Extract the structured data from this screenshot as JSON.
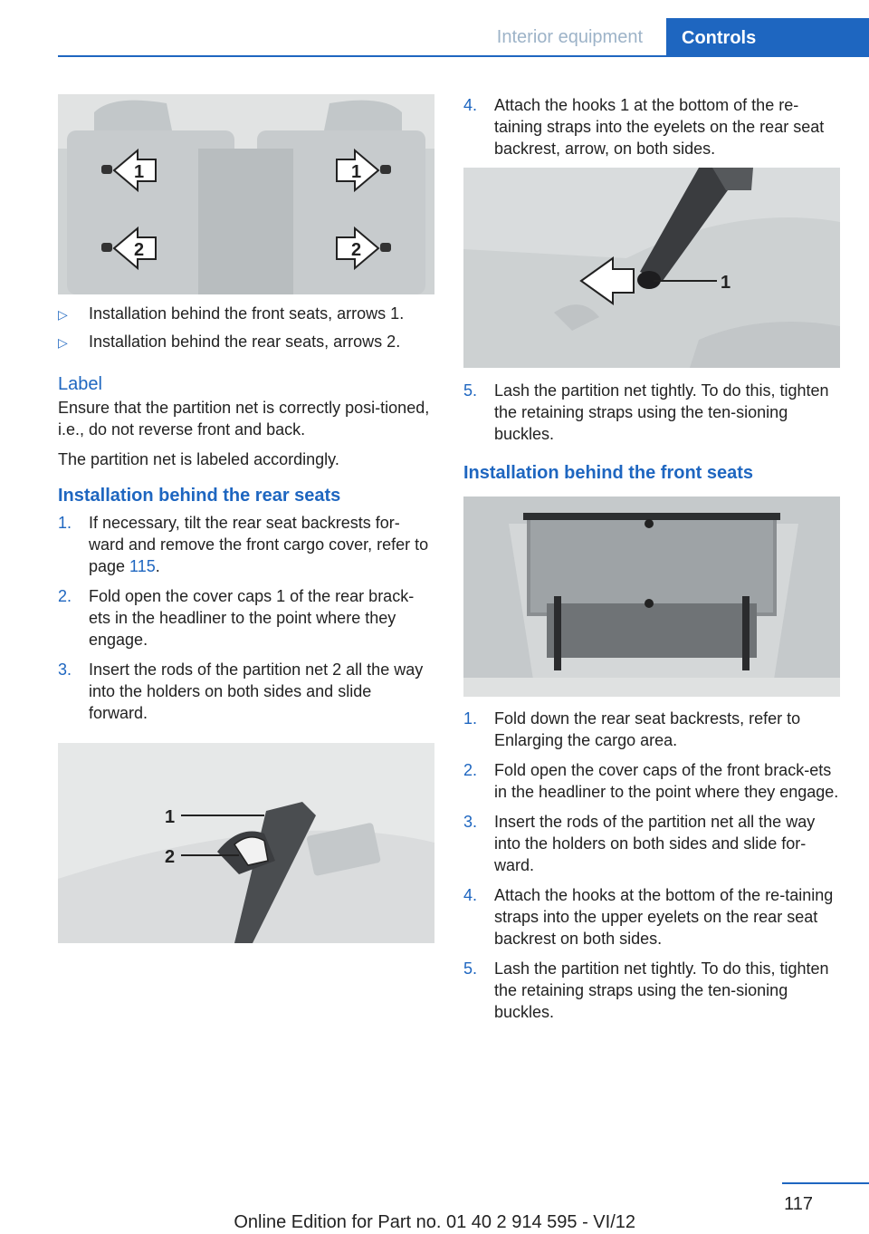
{
  "header": {
    "section": "Interior equipment",
    "tab": "Controls"
  },
  "left": {
    "fig1_labels": [
      "1",
      "1",
      "2",
      "2"
    ],
    "bullets": [
      "Installation behind the front seats, arrows 1.",
      "Installation behind the rear seats, arrows 2."
    ],
    "bullet_marker": "▷",
    "label_heading": "Label",
    "label_p1": "Ensure that the partition net is correctly posi‐tioned, i.e., do not reverse front and back.",
    "label_p2": "The partition net is labeled accordingly.",
    "rear_heading": "Installation behind the rear seats",
    "rear_steps": [
      {
        "num": "1.",
        "text": "If necessary, tilt the rear seat backrests for‐ward and remove the front cargo cover, refer to page ",
        "link": "115",
        "after": "."
      },
      {
        "num": "2.",
        "text": "Fold open the cover caps 1 of the rear brack‐ets in the headliner to the point where they engage."
      },
      {
        "num": "3.",
        "text": "Insert the rods of the partition net 2 all the way into the holders on both sides and slide forward."
      }
    ],
    "fig2_labels": [
      "1",
      "2"
    ]
  },
  "right": {
    "step4": {
      "num": "4.",
      "text": "Attach the hooks 1 at the bottom of the re‐taining straps into the eyelets on the rear seat backrest, arrow, on both sides."
    },
    "fig3_label": "1",
    "step5": {
      "num": "5.",
      "text": "Lash the partition net tightly. To do this, tighten the retaining straps using the ten‐sioning buckles."
    },
    "front_heading": "Installation behind the front seats",
    "front_steps": [
      {
        "num": "1.",
        "text": "Fold down the rear seat backrests, refer to Enlarging the cargo area."
      },
      {
        "num": "2.",
        "text": "Fold open the cover caps of the front brack‐ets in the headliner to the point where they engage."
      },
      {
        "num": "3.",
        "text": "Insert the rods of the partition net all the way into the holders on both sides and slide for‐ward."
      },
      {
        "num": "4.",
        "text": "Attach the hooks at the bottom of the re‐taining straps into the upper eyelets on the rear seat backrest on both sides."
      },
      {
        "num": "5.",
        "text": "Lash the partition net tightly. To do this, tighten the retaining straps using the ten‐sioning buckles."
      }
    ]
  },
  "footer": {
    "page": "117",
    "edition": "Online Edition for Part no. 01 40 2 914 595 - VI/12"
  },
  "colors": {
    "accent": "#1e66c0"
  }
}
